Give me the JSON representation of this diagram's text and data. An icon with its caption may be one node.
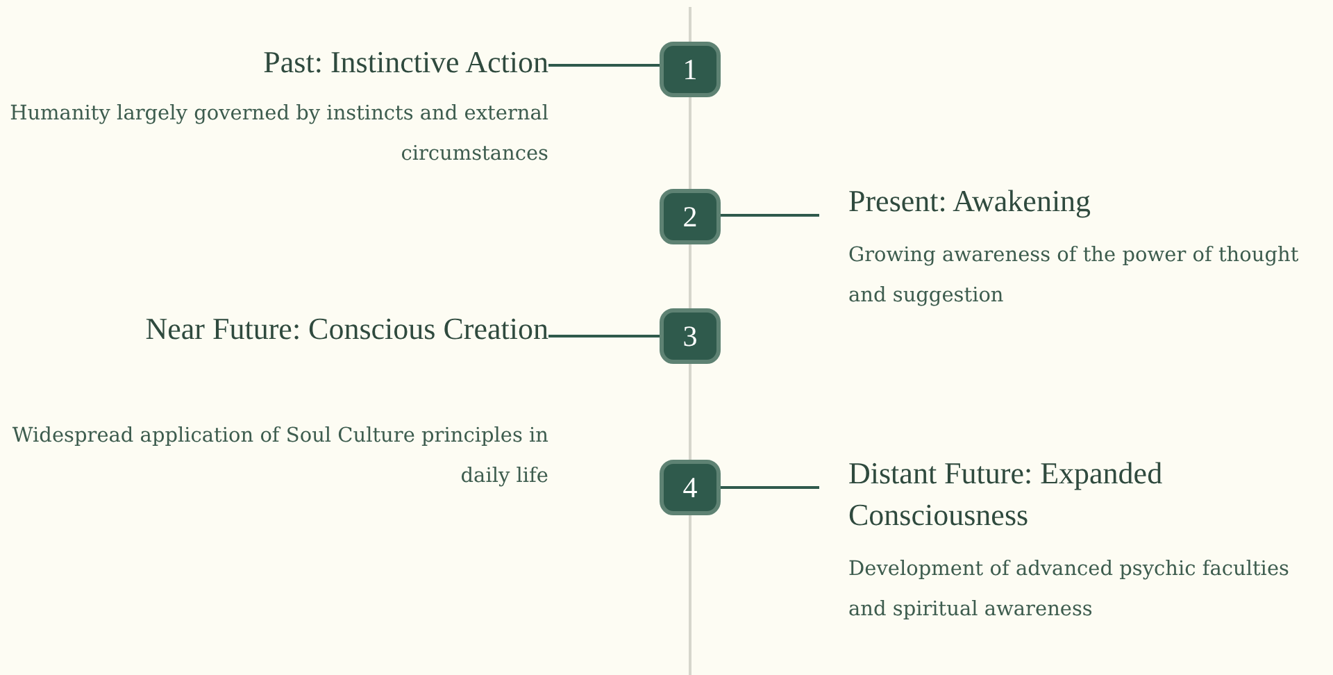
{
  "diagram": {
    "nodes": [
      {
        "text": [
          "Past: Instinctive Action",
          "Humanity largely governed by instincts and external circumstances"
        ]
      },
      {
        "text": [
          "1"
        ]
      },
      {
        "text": [
          "2"
        ]
      },
      {
        "text": [
          "Present: Awakening",
          "Growing awareness of the power of thought and suggestion"
        ]
      },
      {
        "text": [
          "Near Future: Conscious Creation",
          "Widespread application of Soul Culture principles in daily life"
        ]
      },
      {
        "text": [
          "3"
        ]
      },
      {
        "text": [
          "4"
        ]
      },
      {
        "text": [
          "Distant Future: Expanded Consciousness",
          "Development of advanced psychic faculties and spiritual awareness"
        ]
      }
    ],
    "edges": [
      {
        "from": 0,
        "to": 1,
        "arrow": "none"
      },
      {
        "from": 2,
        "to": 3,
        "arrow": "none"
      },
      {
        "from": 4,
        "to": 5,
        "arrow": "none"
      },
      {
        "from": 6,
        "to": 7,
        "arrow": "none"
      }
    ]
  }
}
